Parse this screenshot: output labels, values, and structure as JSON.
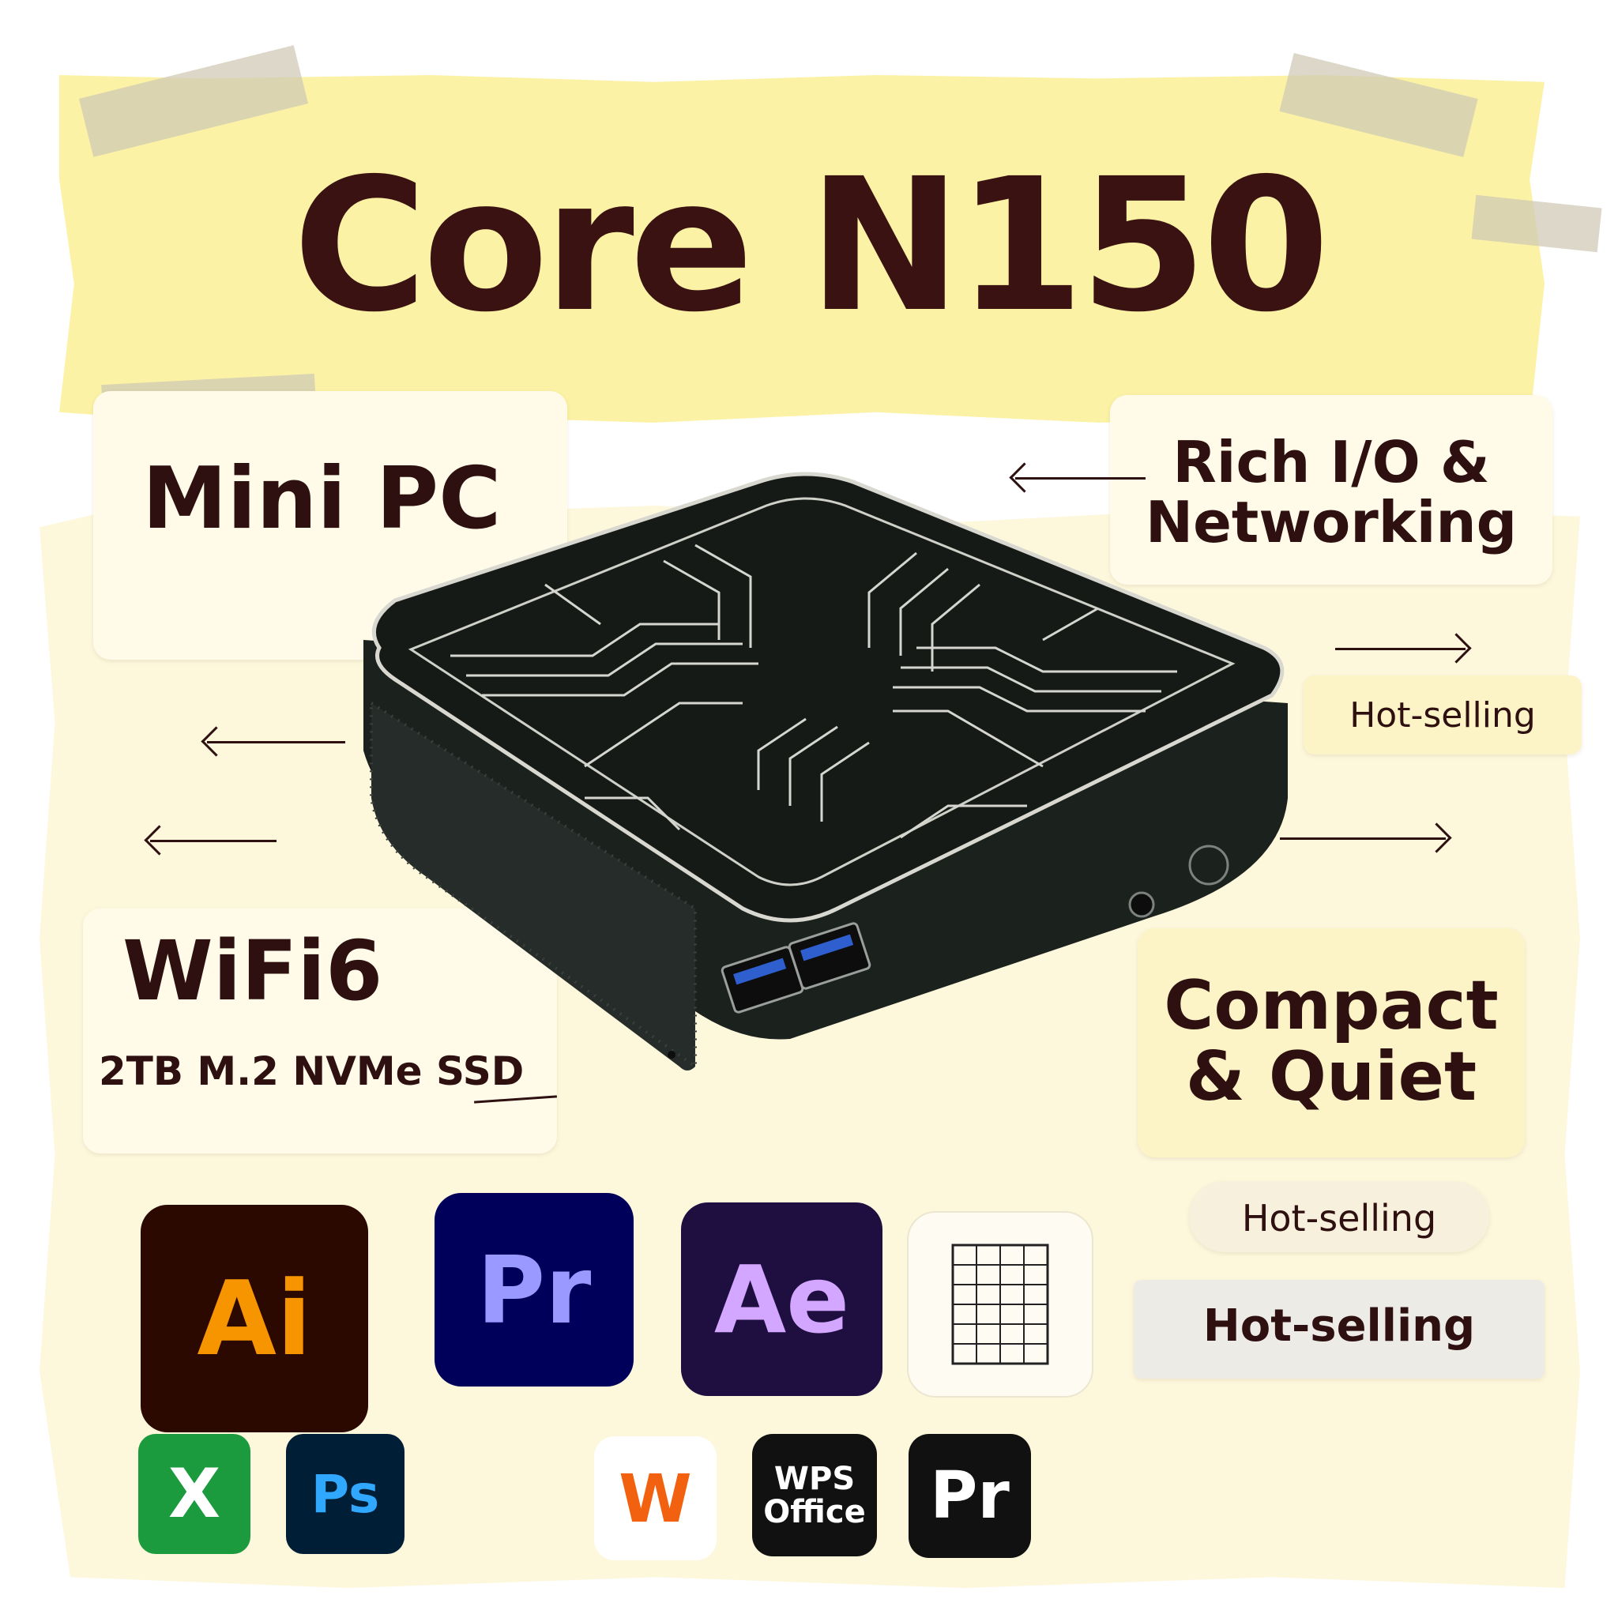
{
  "title": "Core N150",
  "labels": {
    "mini_pc": "Mini PC",
    "rich_io_line1": "Rich I/O &",
    "rich_io_line2": "Networking",
    "hot_selling_1": "Hot-selling",
    "hot_selling_2": "Hot-selling",
    "hot_selling_3": "Hot-selling",
    "wifi": "WiFi6",
    "ssd": "2TB M.2 NVMe SSD",
    "compact_line1": "Compact",
    "compact_line2": "& Quiet"
  },
  "app_icons": [
    {
      "name": "illustrator",
      "label": "Ai",
      "bg": "#2b0800",
      "fg": "#f79500"
    },
    {
      "name": "premiere-pro",
      "label": "Pr",
      "bg": "#00005b",
      "fg": "#9999ff"
    },
    {
      "name": "after-effects",
      "label": "Ae",
      "bg": "#1f0f40",
      "fg": "#d3a6ff"
    },
    {
      "name": "spreadsheet-grid",
      "label": "",
      "bg": "#fdfbf2",
      "fg": "#222222"
    },
    {
      "name": "excel",
      "label": "X",
      "bg": "#1b9b3e",
      "fg": "#ffffff"
    },
    {
      "name": "photoshop",
      "label": "Ps",
      "bg": "#001e36",
      "fg": "#31a8ff"
    },
    {
      "name": "wps-writer",
      "label": "W",
      "bg": "#ffffff",
      "fg": "#f2610f"
    },
    {
      "name": "wps-office",
      "label_line1": "WPS",
      "label_line2": "Office",
      "bg": "#111111",
      "fg": "#ffffff"
    },
    {
      "name": "premiere-pro-dark",
      "label": "Pr",
      "bg": "#111111",
      "fg": "#ffffff"
    }
  ],
  "colors": {
    "text_dark": "#2e1011",
    "title_strip": "#fbf2a6",
    "paper": "#fdf7dc",
    "device_body": "#1b211d"
  }
}
